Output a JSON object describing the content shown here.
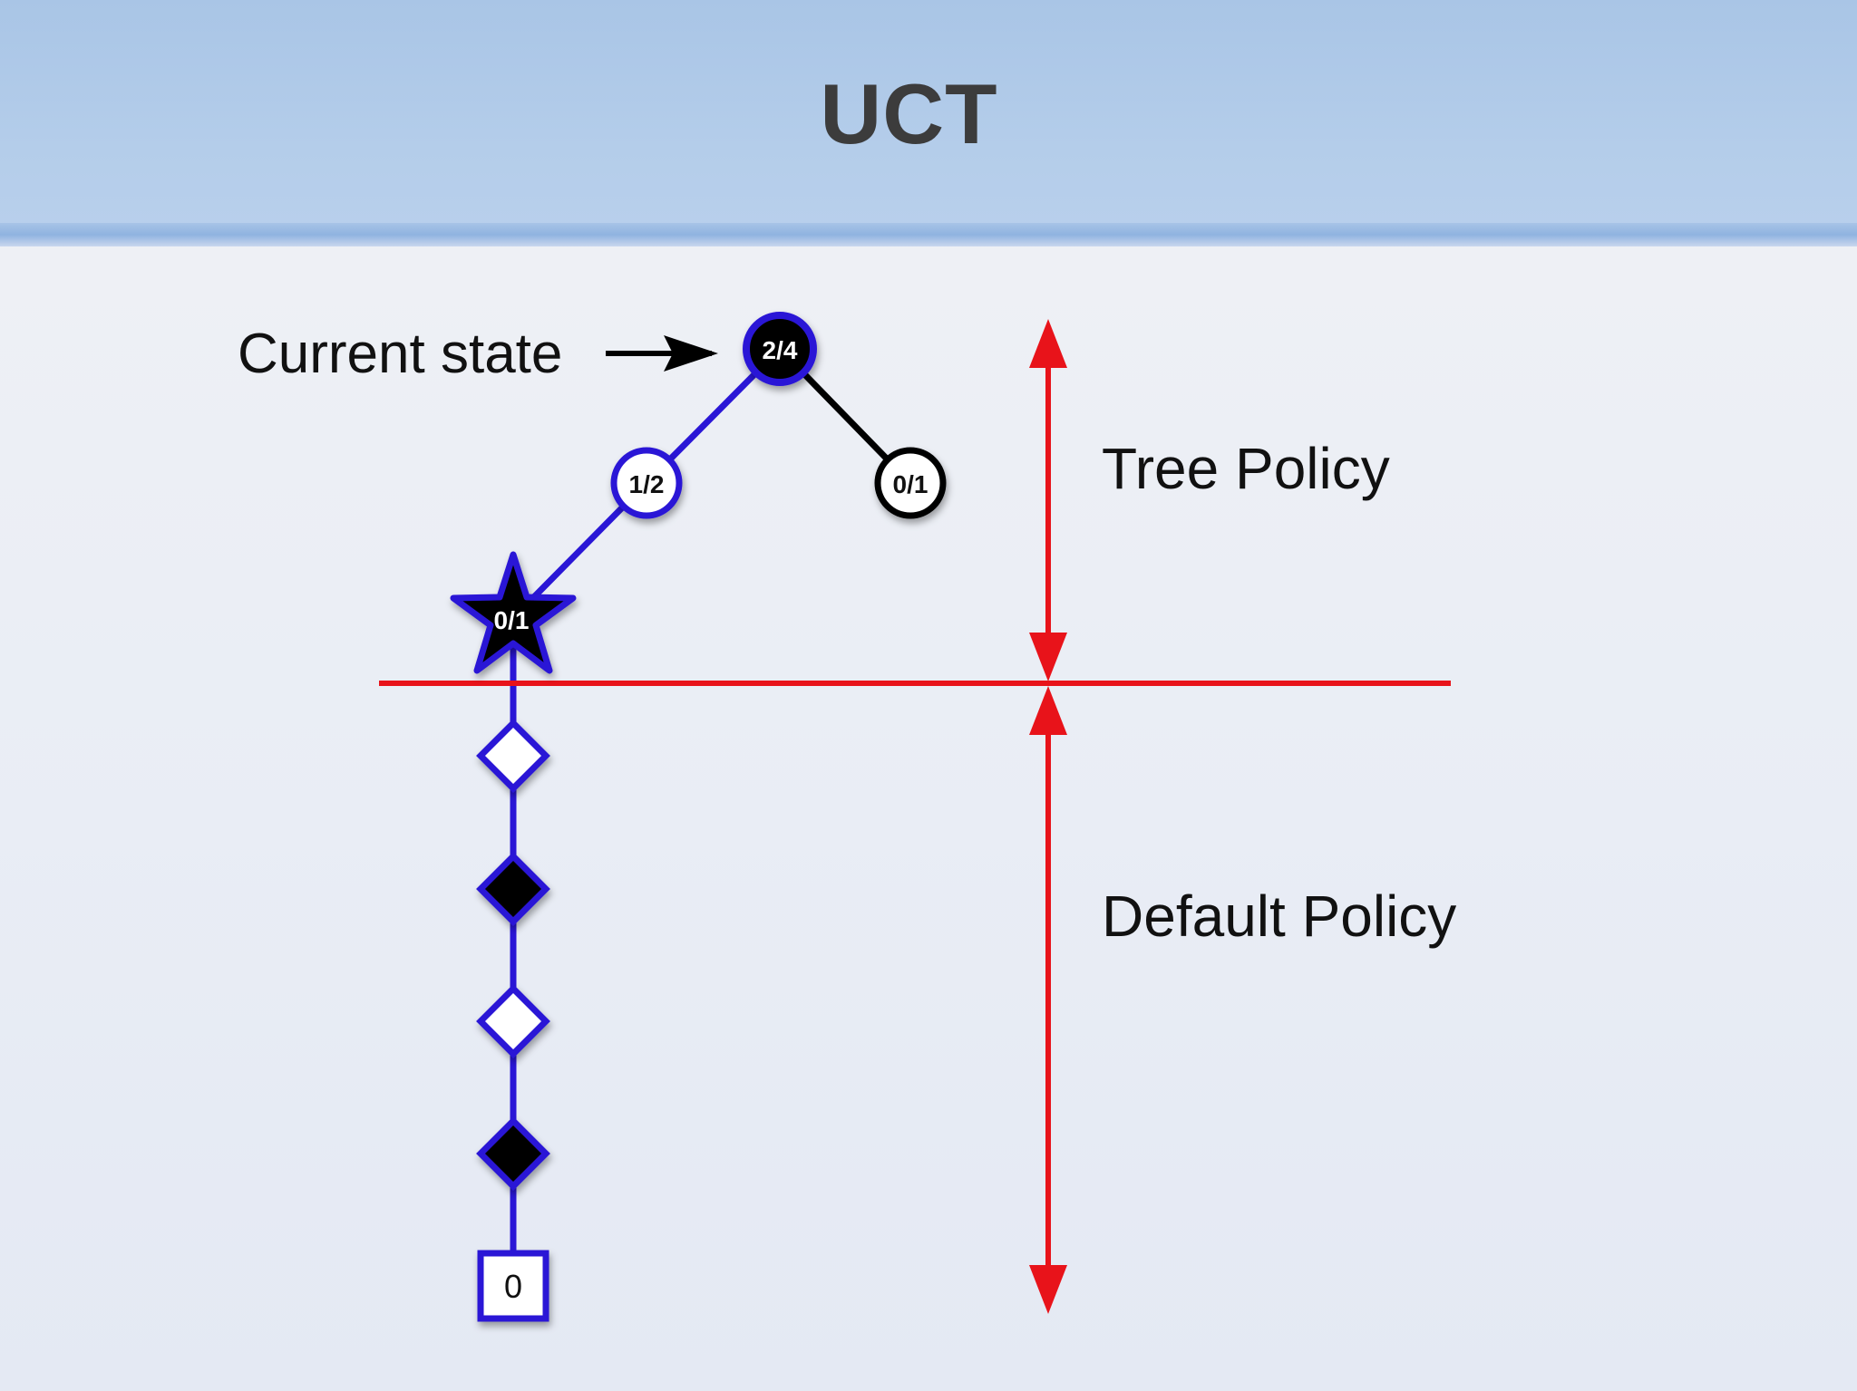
{
  "slide": {
    "title": "UCT"
  },
  "labels": {
    "current_state": "Current state",
    "tree_policy": "Tree Policy",
    "default_policy": "Default Policy"
  },
  "tree": {
    "root": "2/4",
    "left_child": "1/2",
    "right_child": "0/1",
    "expanded_node": "0/1",
    "terminal_value": "0"
  },
  "colors": {
    "selected_path": "#2a16d6",
    "boundary": "#e8131a",
    "node_dark": "#000000",
    "node_light": "#ffffff"
  },
  "icons": {
    "rollout_shapes": [
      "diamond-white",
      "diamond-black",
      "diamond-white",
      "diamond-black"
    ],
    "expanded_shape": "star",
    "terminal_shape": "square"
  }
}
